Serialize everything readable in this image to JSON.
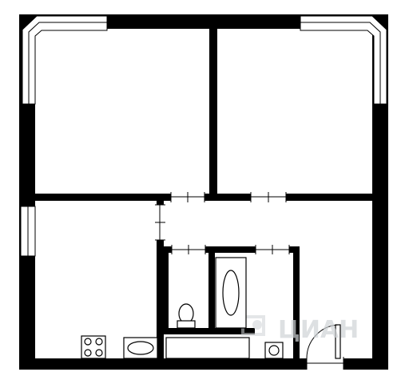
{
  "plan": {
    "wall_color": "#000000",
    "background_color": "#ffffff",
    "watermark_color": "#cfd3d6",
    "watermark_text": "ЦИАН",
    "rooms": [
      "room-top-left",
      "room-top-right",
      "room-kitchen",
      "hallway",
      "toilet",
      "bathroom"
    ],
    "fixtures": [
      "window",
      "door",
      "toilet",
      "bathtub",
      "sink",
      "washbasin",
      "stove"
    ]
  }
}
